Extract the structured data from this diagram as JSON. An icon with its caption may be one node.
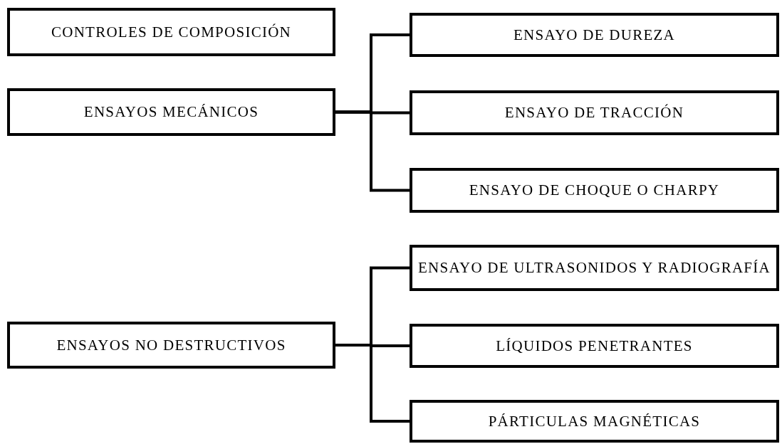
{
  "diagram": {
    "nodes": [
      {
        "text": [
          "CONTROLES DE COMPOSICIÓN"
        ]
      },
      {
        "text": [
          "ENSAYOS MECÁNICOS"
        ]
      },
      {
        "text": [
          "ENSAYO DE DUREZA"
        ]
      },
      {
        "text": [
          "ENSAYO DE TRACCIÓN"
        ]
      },
      {
        "text": [
          "ENSAYO DE CHOQUE O CHARPY"
        ]
      },
      {
        "text": [
          "ENSAYO DE ULTRASONIDOS Y RADIOGRAFÍA"
        ]
      },
      {
        "text": [
          "ENSAYOS NO DESTRUCTIVOS"
        ]
      },
      {
        "text": [
          "LÍQUIDOS PENETRANTES"
        ]
      },
      {
        "text": [
          "PÁRTICULAS MAGNÉTICAS"
        ]
      }
    ],
    "edges": [
      {
        "from": 1,
        "to": 2,
        "arrow": "none"
      },
      {
        "from": 1,
        "to": 3,
        "arrow": "none"
      },
      {
        "from": 1,
        "to": 4,
        "arrow": "none"
      },
      {
        "from": 6,
        "to": 5,
        "arrow": "none"
      },
      {
        "from": 6,
        "to": 7,
        "arrow": "none"
      },
      {
        "from": 6,
        "to": 8,
        "arrow": "none"
      }
    ]
  }
}
